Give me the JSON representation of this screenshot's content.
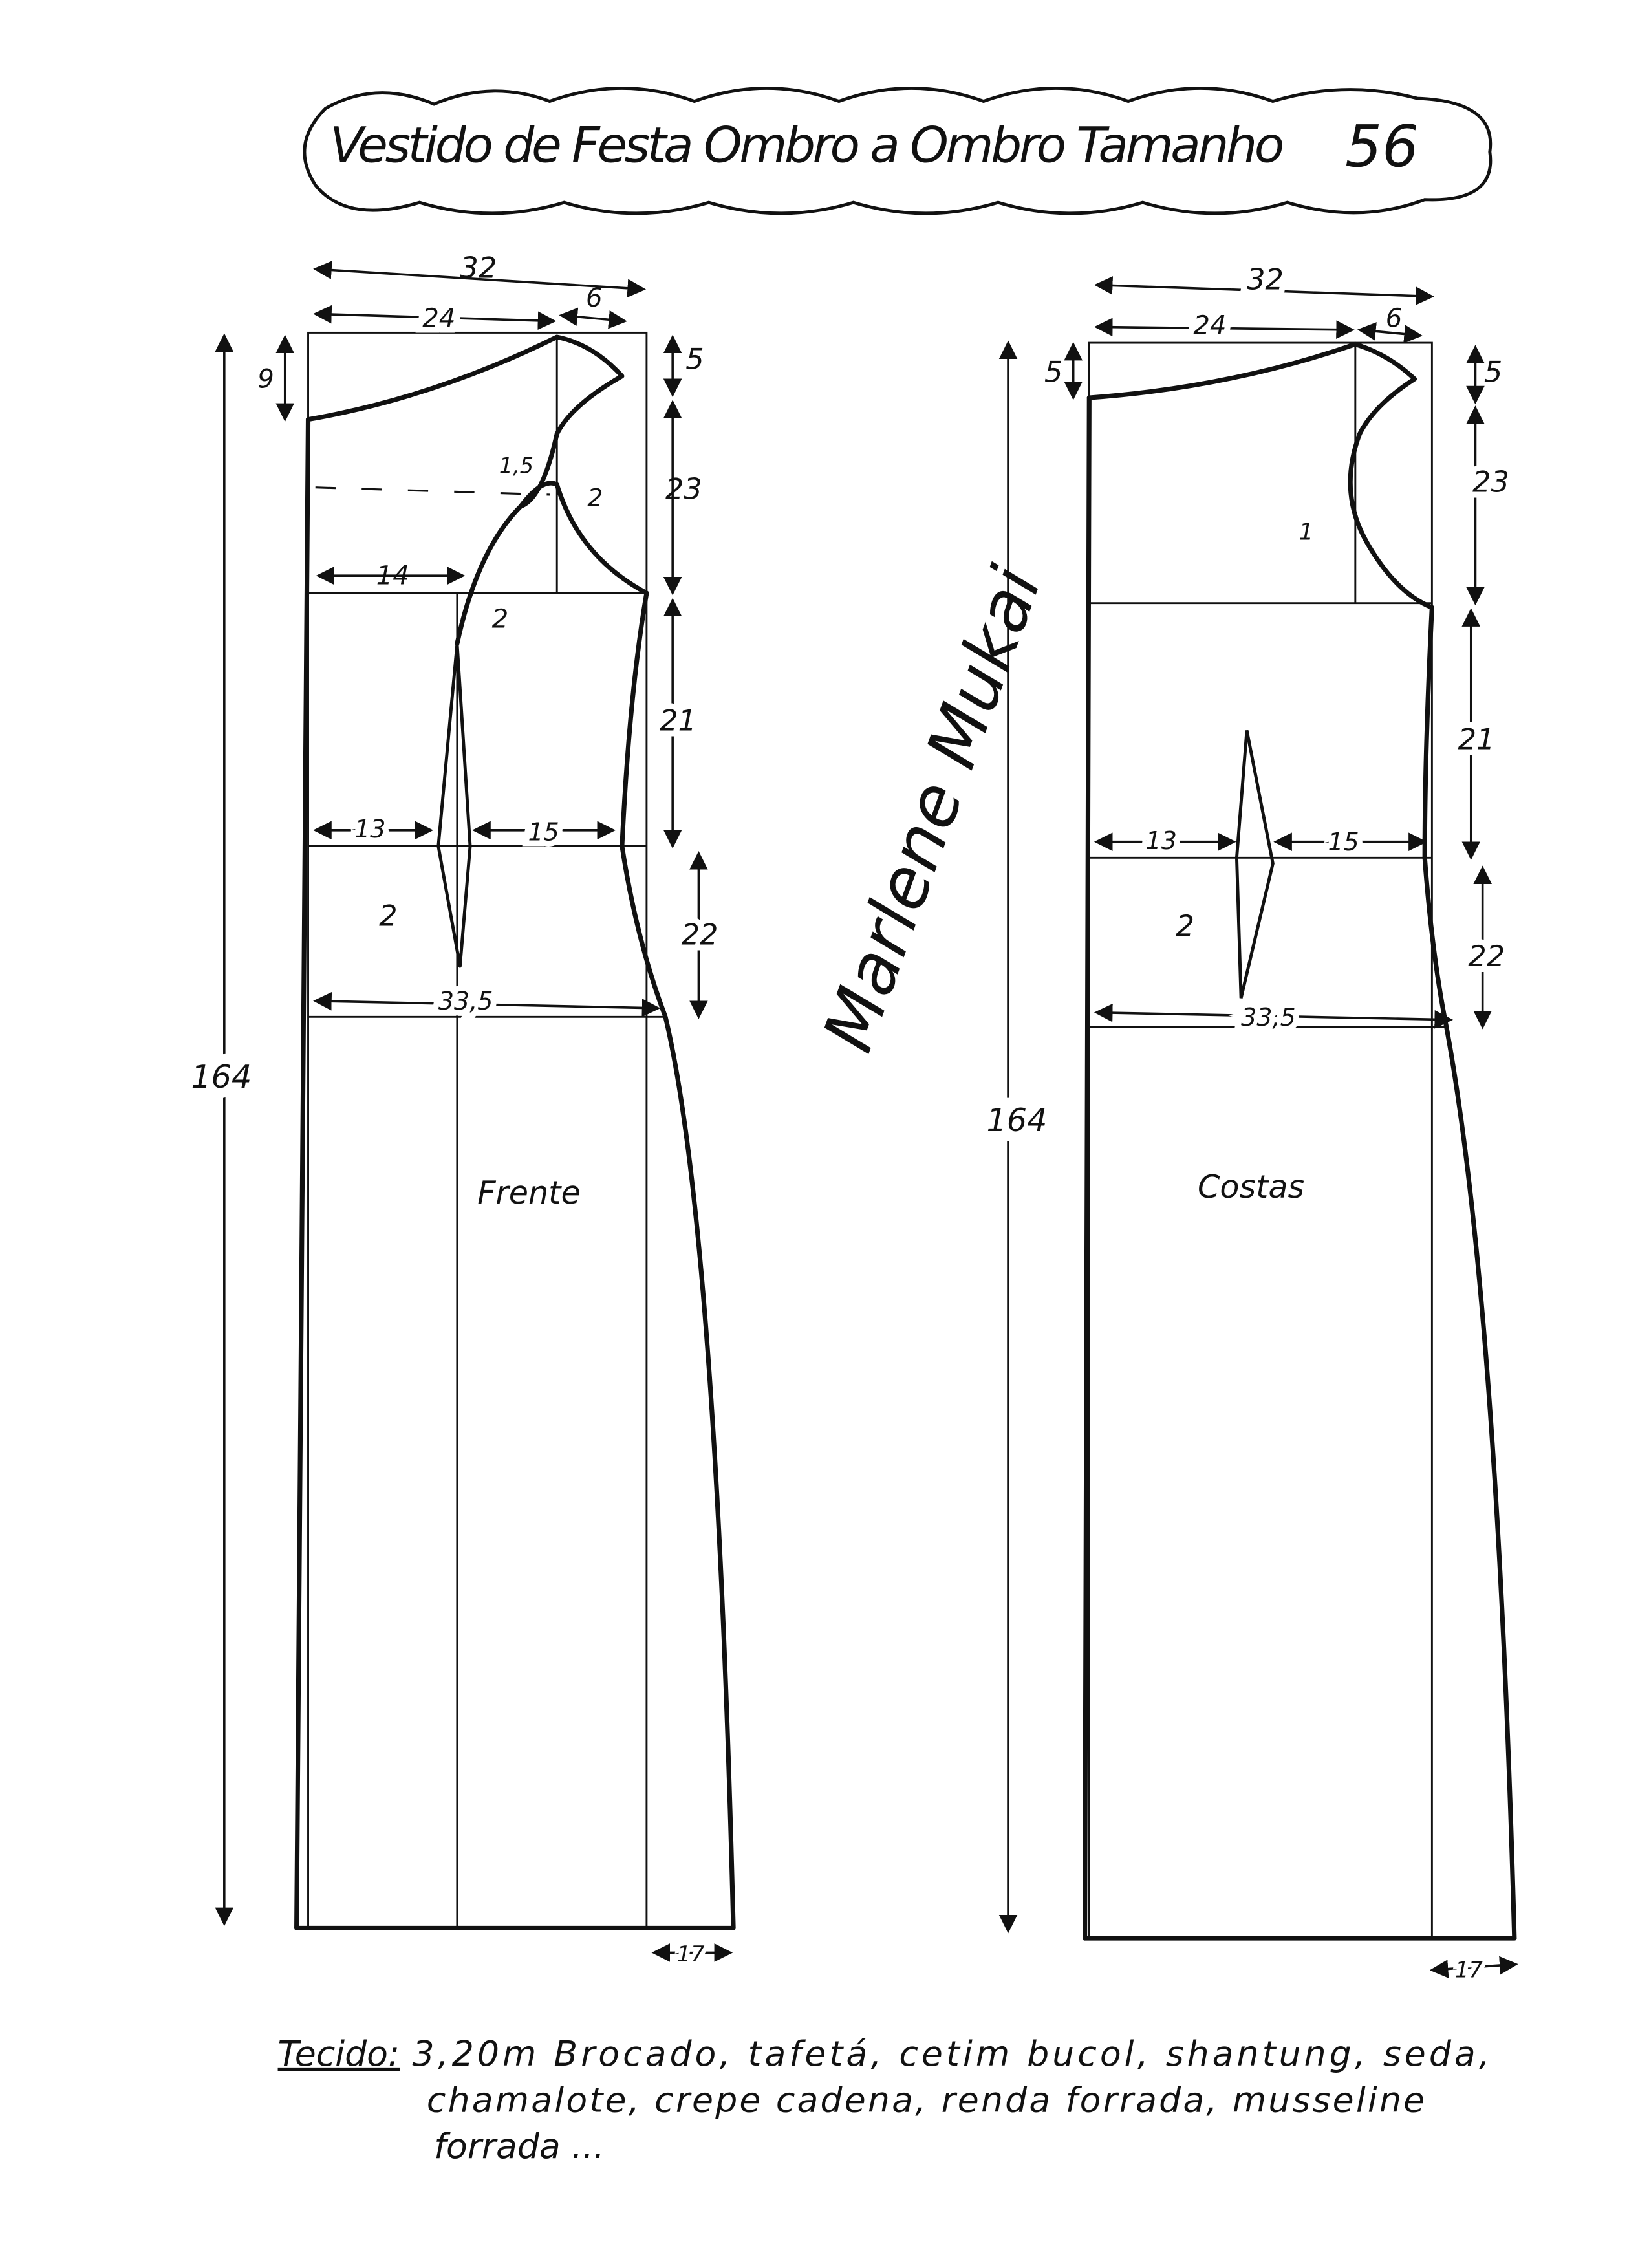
{
  "title": {
    "text": "Vestido de Festa Ombro a Ombro Tamanho",
    "size": "56"
  },
  "signature": "Marlene Mukai",
  "front": {
    "label": "Frente",
    "measures": {
      "total_width": "32",
      "neck_width": "24",
      "shoulder": "6",
      "neck_drop": "9",
      "shoulder_drop": "5",
      "armhole_depth": "23",
      "armhole_offset": "1,5",
      "armhole_out": "2",
      "bust_left": "14",
      "bust_dart_drop": "2",
      "bust_to_waist": "21",
      "waist_left": "13",
      "waist_right": "15",
      "dart_width": "2",
      "waist_to_hip": "22",
      "hip_width": "33,5",
      "total_length": "164",
      "hem_flare": "17"
    }
  },
  "back": {
    "label": "Costas",
    "measures": {
      "total_width": "32",
      "neck_width": "24",
      "shoulder": "6",
      "neck_drop": "5",
      "shoulder_drop": "5",
      "armhole_depth": "23",
      "armhole_offset": "1",
      "bust_to_waist": "21",
      "waist_left": "13",
      "waist_right": "15",
      "dart_width": "2",
      "waist_to_hip": "22",
      "hip_width": "33,5",
      "total_length": "164",
      "hem_flare": "17"
    }
  },
  "fabric": {
    "label": "Tecido:",
    "line1": "3,20m Brocado, tafetá, cetim bucol, shantung, seda,",
    "line2": "chamalote, crepe cadena, renda forrada, musseline",
    "line3": "forrada ..."
  }
}
